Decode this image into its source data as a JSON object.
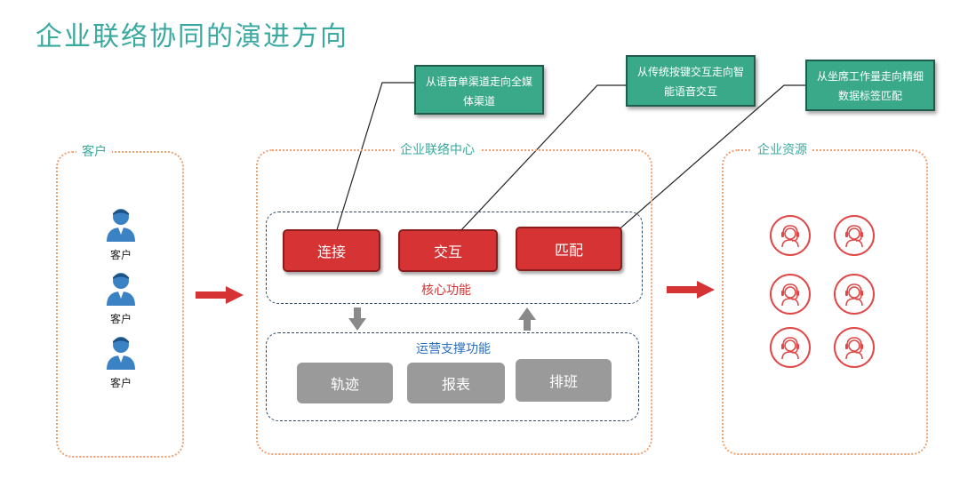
{
  "title": "企业联络协同的演进方向",
  "notes": [
    {
      "text": "从语音单渠道走向全媒体渠道"
    },
    {
      "text": "从传统按键交互走向智能语音交互"
    },
    {
      "text": "从坐席工作量走向精细数据标签匹配"
    }
  ],
  "customer_panel": {
    "label": "客户",
    "customers": [
      {
        "label": "客户",
        "icon": "person-icon"
      },
      {
        "label": "客户",
        "icon": "person-icon"
      },
      {
        "label": "客户",
        "icon": "person-icon"
      }
    ]
  },
  "center_panel": {
    "label": "企业联络中心",
    "core": {
      "label": "核心功能",
      "buttons": [
        "连接",
        "交互",
        "匹配"
      ]
    },
    "ops": {
      "label": "运营支撑功能",
      "buttons": [
        "轨迹",
        "报表",
        "排班"
      ]
    }
  },
  "resource_panel": {
    "label": "企业资源",
    "agent_icon": "agent-headset-icon",
    "agent_count": 6
  },
  "colors": {
    "title": "#3aa99f",
    "panel_border": "#f0a070",
    "core_label": "#d63434",
    "ops_label": "#2a6fc0",
    "arrow": "#d63434",
    "note_bg": "#3aa98a"
  }
}
